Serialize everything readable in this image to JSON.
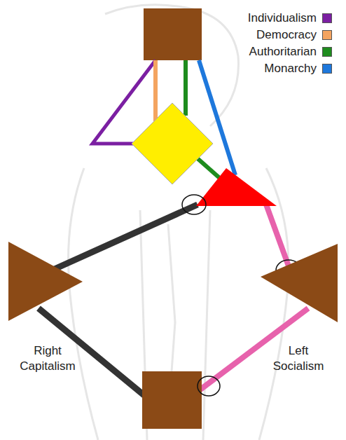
{
  "diagram": {
    "nodes": [
      {
        "text": [
          "Right Capitalism"
        ]
      },
      {
        "text": [
          "Left Socialism"
        ]
      }
    ],
    "legend": [
      {
        "text": "Individualism",
        "color": "#7b1fa2"
      },
      {
        "text": "Democracy",
        "color": "#f4a460"
      },
      {
        "text": "Authoritarian",
        "color": "#1e8c1e"
      },
      {
        "text": "Monarchy",
        "color": "#1e78dc"
      }
    ]
  }
}
